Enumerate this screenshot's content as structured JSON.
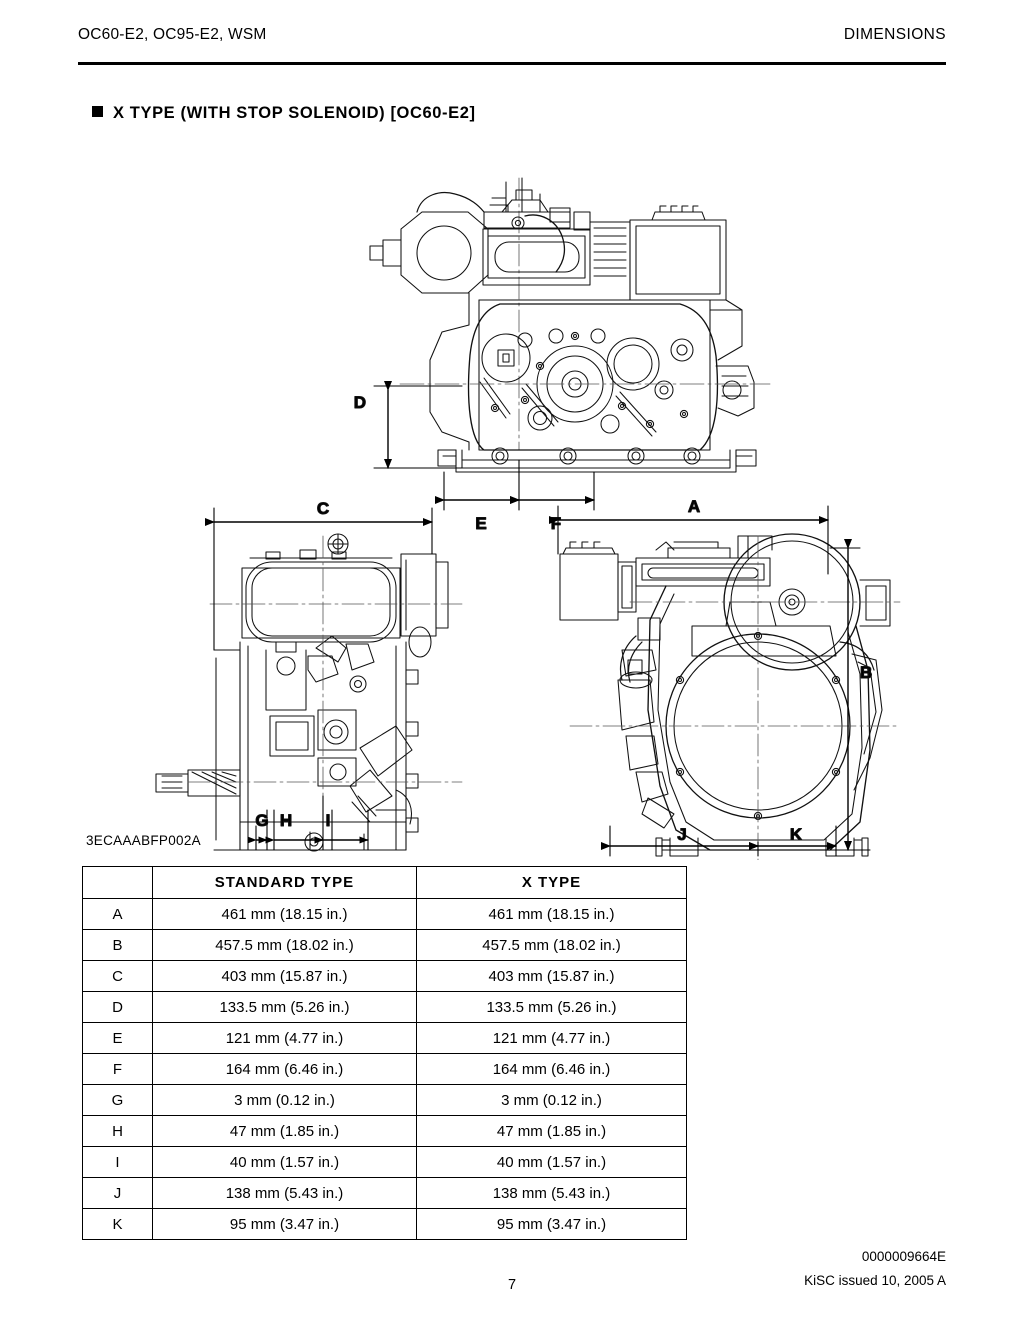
{
  "header": {
    "left": "OC60-E2, OC95-E2,  WSM",
    "right": "DIMENSIONS"
  },
  "section": {
    "bullet": "filled-square-bullet",
    "title": "X  TYPE  (WITH  STOP  SOLENOID)  [OC60-E2]"
  },
  "figure": {
    "drawing_code": "3ECAAABFP002A",
    "views": [
      {
        "name": "front-view",
        "description": "Engine front elevation line drawing with flywheel housing, cylinder head cover and fuel tank",
        "dimension_labels": [
          "D",
          "E",
          "F"
        ]
      },
      {
        "name": "side-view-left",
        "description": "Engine left side elevation line drawing with fuel tank, injection pump and crankcase",
        "dimension_labels": [
          "C",
          "G",
          "H",
          "I"
        ]
      },
      {
        "name": "side-view-right",
        "description": "Engine right side elevation line drawing with flywheel, cooling fan and mounting feet",
        "dimension_labels": [
          "A",
          "B",
          "J",
          "K"
        ]
      }
    ],
    "dimension_letters": [
      "A",
      "B",
      "C",
      "D",
      "E",
      "F",
      "G",
      "H",
      "I",
      "J",
      "K"
    ]
  },
  "table": {
    "columns": [
      "",
      "STANDARD  TYPE",
      "X  TYPE"
    ],
    "rows": [
      {
        "label": "A",
        "standard": "461 mm (18.15 in.)",
        "x": "461 mm (18.15 in.)"
      },
      {
        "label": "B",
        "standard": "457.5 mm (18.02 in.)",
        "x": "457.5 mm (18.02 in.)"
      },
      {
        "label": "C",
        "standard": "403 mm (15.87 in.)",
        "x": "403 mm (15.87 in.)"
      },
      {
        "label": "D",
        "standard": "133.5 mm (5.26 in.)",
        "x": "133.5 mm (5.26 in.)"
      },
      {
        "label": "E",
        "standard": "121 mm (4.77 in.)",
        "x": "121 mm (4.77 in.)"
      },
      {
        "label": "F",
        "standard": "164 mm (6.46 in.)",
        "x": "164 mm (6.46 in.)"
      },
      {
        "label": "G",
        "standard": "3 mm (0.12 in.)",
        "x": "3 mm (0.12 in.)"
      },
      {
        "label": "H",
        "standard": "47 mm (1.85 in.)",
        "x": "47 mm (1.85 in.)"
      },
      {
        "label": "I",
        "standard": "40 mm (1.57 in.)",
        "x": "40 mm (1.57 in.)"
      },
      {
        "label": "J",
        "standard": "138 mm (5.43 in.)",
        "x": "138 mm (5.43 in.)"
      },
      {
        "label": "K",
        "standard": "95 mm (3.47 in.)",
        "x": "95 mm (3.47 in.)"
      }
    ]
  },
  "footer": {
    "page_number": "7",
    "doc_code": "0000009664E",
    "issue": "KiSC issued 10, 2005 A"
  },
  "colors": {
    "ink": "#000000",
    "paper": "#ffffff",
    "line": "#1a1a1a"
  }
}
